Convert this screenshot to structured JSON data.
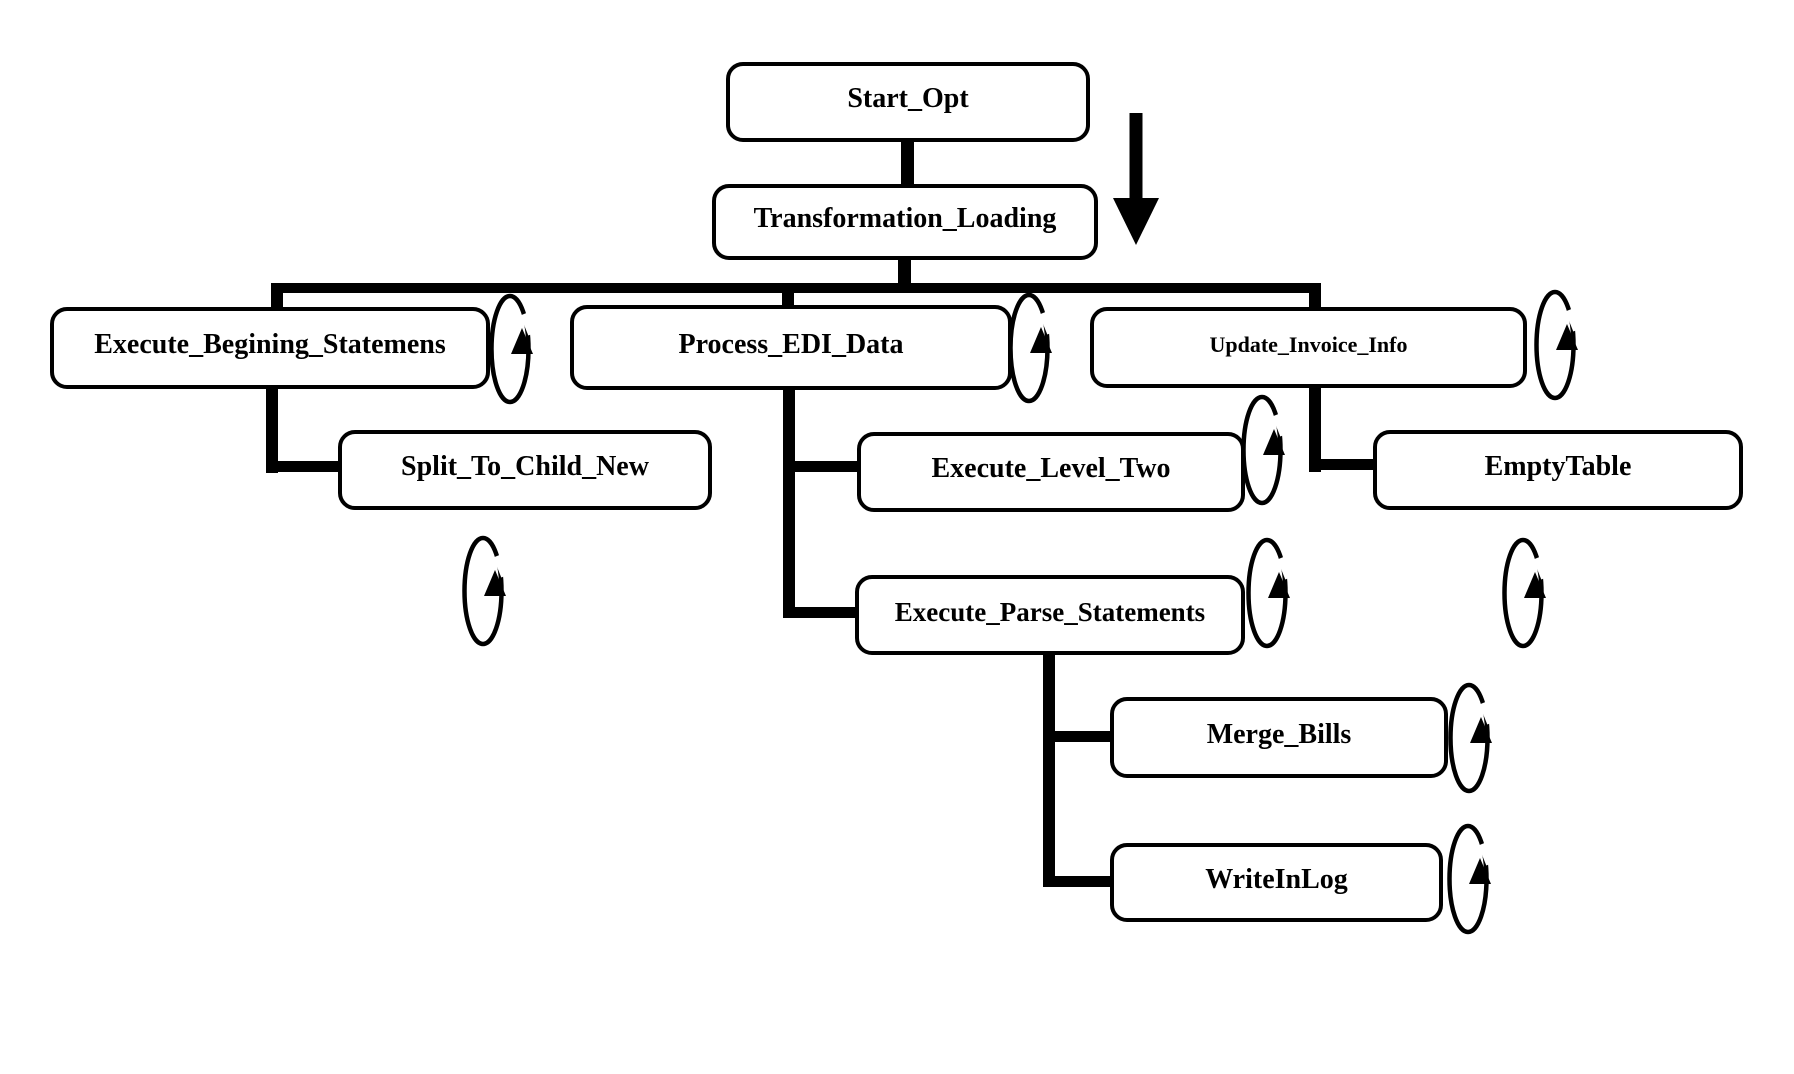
{
  "colors": {
    "stroke": "#000000",
    "background": "#ffffff"
  },
  "nodes": {
    "start_opt": {
      "label": "Start_Opt"
    },
    "transformation_loading": {
      "label": "Transformation_Loading"
    },
    "execute_begining_statemens": {
      "label": "Execute_Begining_Statemens"
    },
    "process_edi_data": {
      "label": "Process_EDI_Data"
    },
    "update_invoice_info": {
      "label": "Update_Invoice_Info"
    },
    "split_to_child_new": {
      "label": "Split_To_Child_New"
    },
    "execute_level_two": {
      "label": "Execute_Level_Two"
    },
    "emptytable": {
      "label": "EmptyTable"
    },
    "execute_parse_statements": {
      "label": "Execute_Parse_Statements"
    },
    "merge_bills": {
      "label": "Merge_Bills"
    },
    "writeinlog": {
      "label": "WriteInLog"
    }
  },
  "edges": [
    [
      "start_opt",
      "transformation_loading"
    ],
    [
      "transformation_loading",
      "execute_begining_statemens"
    ],
    [
      "transformation_loading",
      "process_edi_data"
    ],
    [
      "transformation_loading",
      "update_invoice_info"
    ],
    [
      "execute_begining_statemens",
      "split_to_child_new"
    ],
    [
      "process_edi_data",
      "execute_level_two"
    ],
    [
      "process_edi_data",
      "execute_parse_statements"
    ],
    [
      "update_invoice_info",
      "emptytable"
    ],
    [
      "execute_parse_statements",
      "merge_bills"
    ],
    [
      "execute_parse_statements",
      "writeinlog"
    ]
  ],
  "icons": {
    "loop": "loop-arrow-icon",
    "flow": "down-arrow-icon",
    "loop_count": 9
  }
}
